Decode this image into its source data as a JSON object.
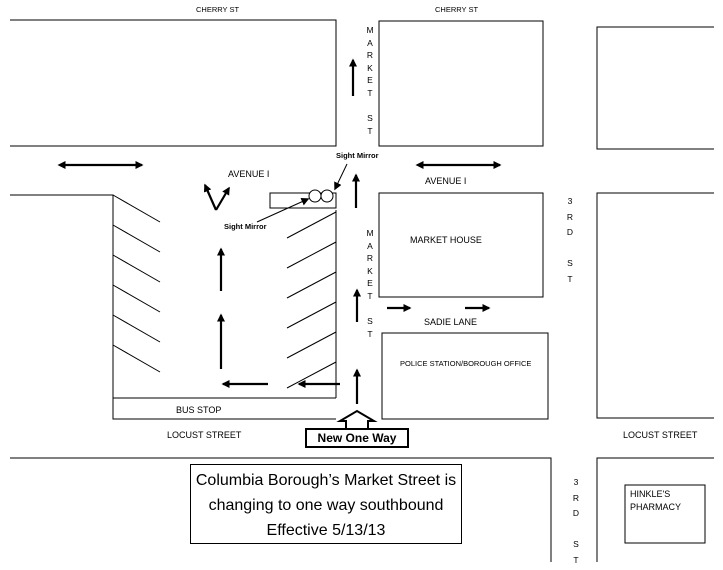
{
  "streets": {
    "cherry_left": "CHERRY ST",
    "cherry_right": "CHERRY ST",
    "avenue_i_left": "AVENUE I",
    "avenue_i_right": "AVENUE I",
    "sadie_lane": "SADIE LANE",
    "locust_left": "LOCUST STREET",
    "locust_right": "LOCUST STREET",
    "market_upper": [
      "M",
      "A",
      "R",
      "K",
      "E",
      "T",
      "",
      "S",
      "T"
    ],
    "market_lower": [
      "M",
      "A",
      "R",
      "K",
      "E",
      "T",
      "",
      "S",
      "T"
    ],
    "third_upper": [
      "3",
      "R",
      "D",
      "",
      "S",
      "T"
    ],
    "third_lower": [
      "3",
      "R",
      "D",
      "",
      "S",
      "T"
    ]
  },
  "buildings": {
    "market_house": "MARKET HOUSE",
    "police_station": "POLICE STATION/BOROUGH OFFICE",
    "bus_stop": "BUS STOP",
    "pharmacy": [
      "HINKLE'S",
      "PHARMACY"
    ]
  },
  "annotations": {
    "sight_mirror_top": "Sight Mirror",
    "sight_mirror_left": "Sight Mirror",
    "new_one_way": "New One Way"
  },
  "notice": {
    "lines": [
      "Columbia Borough’s Market Street is",
      "changing to one way southbound",
      "Effective 5/13/13"
    ]
  },
  "colors": {
    "ink": "#000000",
    "paper": "#ffffff"
  }
}
